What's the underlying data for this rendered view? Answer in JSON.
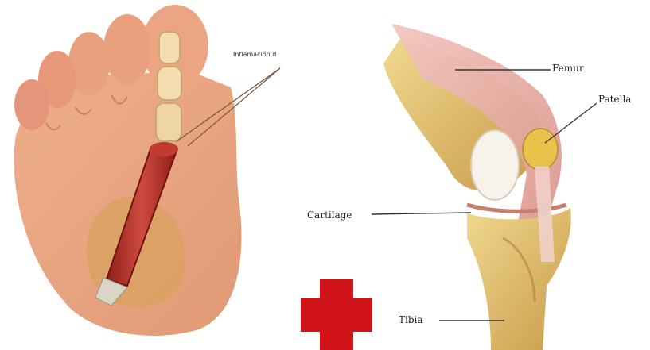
{
  "labels": {
    "inflammation": "Inflamación d",
    "femur": "Femur",
    "patella": "Patella",
    "cartilage": "Cartilage",
    "tibia": "Tibia"
  },
  "colors": {
    "skin": "#e9a07c",
    "tendon": "#b8302a",
    "bone": "#e2c27a",
    "muscle": "#e6a9a0",
    "red_cross": "#d0141a"
  }
}
